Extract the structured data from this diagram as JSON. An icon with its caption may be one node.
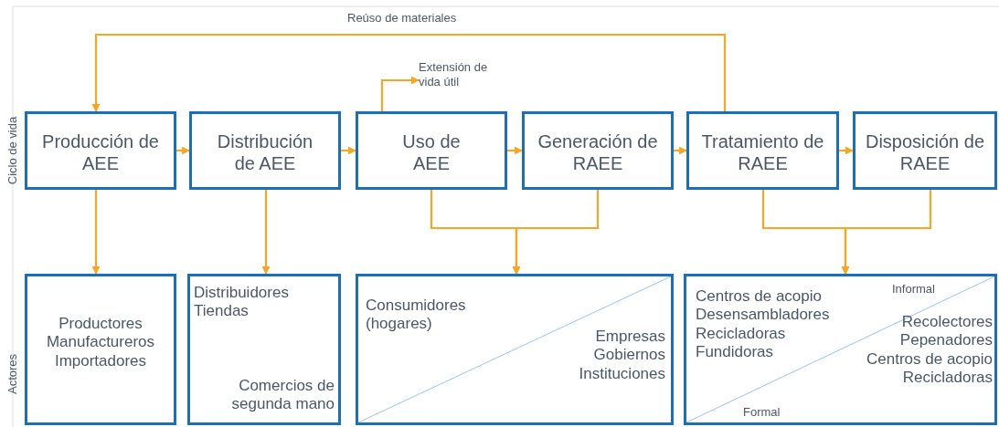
{
  "diagram": {
    "nodes": [
      {
        "text": [
          "Producción de AEE"
        ]
      },
      {
        "text": [
          "Distribución de AEE"
        ]
      },
      {
        "text": [
          "Uso de AEE"
        ]
      },
      {
        "text": [
          "Generación de RAEE"
        ]
      },
      {
        "text": [
          "Tratamiento de RAEE"
        ]
      },
      {
        "text": [
          "Disposición de RAEE"
        ]
      },
      {
        "text": [
          "Productores Manufactureros Importadores"
        ]
      },
      {
        "text": [
          "Distribuidores Tiendas",
          "Comercios de segunda mano"
        ]
      },
      {
        "text": [
          "Consumidores (hogares)",
          "Empresas Gobiernos Instituciones"
        ]
      },
      {
        "text": [
          "Informal",
          "Centros de acopio Desensambladores Recicladoras Fundidoras",
          "Recolectores Pepenadores Centros de acopio Recicladoras",
          "Formal"
        ]
      },
      {
        "text": [
          "Extensión de vida útil"
        ]
      }
    ],
    "edges": [
      {
        "from": 0,
        "to": 1,
        "arrow": "to"
      },
      {
        "from": 1,
        "to": 2,
        "arrow": "to"
      },
      {
        "from": 2,
        "to": 3,
        "arrow": "to"
      },
      {
        "from": 3,
        "to": 4,
        "arrow": "to"
      },
      {
        "from": 4,
        "to": 5,
        "arrow": "to"
      },
      {
        "from": 4,
        "to": 0,
        "arrow": "to",
        "label": "Reúso de materiales"
      },
      {
        "from": 2,
        "to": 10,
        "arrow": "to"
      },
      {
        "from": 0,
        "to": 6,
        "arrow": "to"
      },
      {
        "from": 1,
        "to": 7,
        "arrow": "to"
      },
      {
        "from": 2,
        "to": 8,
        "arrow": "to"
      },
      {
        "from": 3,
        "to": 8,
        "arrow": "to"
      },
      {
        "from": 4,
        "to": 9,
        "arrow": "to"
      },
      {
        "from": 5,
        "to": 9,
        "arrow": "to"
      }
    ],
    "labels": [
      "Ciclo de vida",
      "Actores"
    ]
  }
}
